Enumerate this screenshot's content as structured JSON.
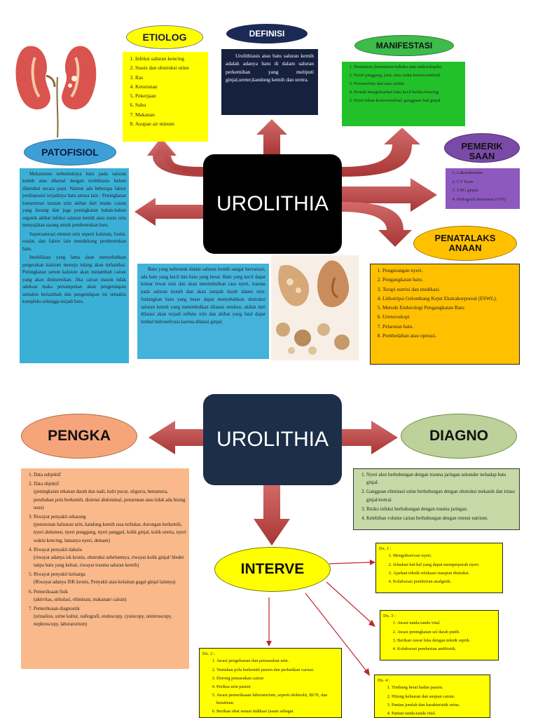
{
  "top": {
    "center_title": "UROLITHIA",
    "etiologi": {
      "label": "ETIOLOG",
      "items": [
        "Infeksi saluran kencing",
        "Stasis dan obstruksi urine",
        "Ras",
        "Keturunan",
        "Pekerjaan",
        "Suhu",
        "Makanan",
        "Asupan air minum"
      ]
    },
    "definisi": {
      "label": "DEFINISI",
      "text": "Urolithiasis atau batu saluran kemih adalah adanya batu di dalam saluran perkemihan yang meliputi ginjal,ureter,kandung kemih dan uretra."
    },
    "manifestasi": {
      "label": "MANIFESTASI",
      "items": [
        "Hematuria (hematuria terbuka atau mikroskopik)",
        "Nyeri pinggang, (sisi, atau sudut kostovertebral)",
        "Pielonefritis dan atau sistitis",
        "Pernah mengeluarkan batu kecil ketika kencing",
        "Nyeri tekan kostovertebral; gangguan faal ginjal"
      ]
    },
    "patofisiologi": {
      "label": "PATOFISIOL",
      "paragraphs": [
        "Mekanisme terbentuknya batu pada saluran kemih atau dikenal dengan urolithiasis belum diketahui secara pasti. Namun ada beberapa faktor predisposisi terjadinya batu antara lain : Peningkatan konsentrasi larutan urin akibat dari intake cairan yang kurang dan juga peningkatan bahan-bahan organik akibat infeksi saluran kemih atau stasis urin menyajikan sarang untuk pembentukan batu.",
        "Supersaturasi elemen urin seperti kalsium, fosfat, oxalat, dan faktor lain mendukung pembentukan batu.",
        "Imobilisasi yang lama akan menyebabkan pergerakan kalsium menuju tulang akan terhambat. Peningkatan serum kalsium akan menambah cairan yang akan dieksresikan. Jika cairan masuk tidak adekuat maka penumpukan akan pengendapan semakin bertambah dan pengendapan ini semakin kompleks sehingga terjadi batu."
      ]
    },
    "pemeriksaan": {
      "label": "PEMERIK SAAN",
      "items": [
        "Laboratorium",
        "CT Scan",
        "USG ginjal",
        "Pielografi intravena (IVP)"
      ]
    },
    "penatalaksanaan": {
      "label": "PENATALAKS ANAAN",
      "items": [
        "Pengurangan nyeri.",
        "Pengangkatan batu.",
        "Terapi nutrisi dan medikasi.",
        "Lithotripsi Gelombang Kejut Ekstrakorporeal (ESWL).",
        "Metode Endurologi Pengangkatan Batu",
        "Ureteroskopi",
        "Pelarutan batu.",
        "Pembedahan atau operasi."
      ]
    },
    "batu_text": "Batu yang terbentuk dalam saluran kemih sangat bervariasi, ada batu yang kecil dan batu yang besar. Batu yang kecil dapat keluar lewat urin dan akan menimbulkan rasa nyeri, trauma pada saluran kemih dan akan tampak darah dalam urin. Sedangkan batu yang besar dapat menyebabkan obstruksi saluran kemih yang menimbulkan dilatasi struktur, akibat dari dilatasi akan terjadi refluks urin dan akibat yang fatal dapat timbul hidronefrosis karena dilatasi ginjal."
  },
  "bottom": {
    "center_title": "UROLITHIA",
    "pengkajian": {
      "label": "PENGKA",
      "items": [
        {
          "t": "Data subjektif",
          "s": ""
        },
        {
          "t": "Data objektif",
          "s": "(peningkatan tekanan darah dan nadi, kulit pucat, oliguria, hematuria, perubahan pola berkemih, distensi abdominal, penurunan atau tidak ada bising usus)"
        },
        {
          "t": "Riwayat penyakit sekarang",
          "s": "(penurunan haluaran urin, kandung kemih rasa terbakar, dorongan berkemih, nyeri abdomen, nyeri punggung, nyeri panggul, kolik ginjal, kolik uretra, nyeri waktu kencing, lamanya nyeri, demam)"
        },
        {
          "t": "Riwayat penyakit dahulu",
          "s": "(riwayat adanya isk kronis, obstruksi sebelumnya, riwayat kolik ginjal/ bleder tanpa batu yang keluar, riwayat trauma saluran kemih)"
        },
        {
          "t": "Riwayat penyakit keluarga",
          "s": "(Riwayat adanya ISK kronis, Penyakit atau kelainan gagal ginjal lainnya)"
        },
        {
          "t": "Pemeriksaan fisik",
          "s": "(aktivitas, sirkulasi, eliminasi, makanan/ cairan)"
        },
        {
          "t": "Pemeriksaan diagnostik",
          "s": "(urinalisis, urine kultur, radiografi, endoscopy, cystocopy, ureteroscopy, nephroscopy, laboratorium)"
        }
      ]
    },
    "diagnosa": {
      "label": "DIAGNO",
      "items": [
        "Nyeri akut berhubungan dengan trauma jaringan sekunder terhadap batu ginjal.",
        "Gangguan eliminasi urine berhubungan dengan obstruksi mekanik dan iritasi ginjal/eretral.",
        "Risiko infeksi berhubungan dengan trauma jaringan.",
        "Kelebihan volume cairan berhubungan dengan retensi natrium."
      ]
    },
    "intervensi": {
      "label": "INTERVE",
      "dx1": {
        "title": "Dx. 1 :",
        "items": [
          "Mengobservasi nyeri.",
          "Jelaskan hal-hal yang dapat memperparah nyeri.",
          "Ajarkan teknik relaksasi maupun distraksi.",
          "Kolaborasi pemberian analgetik."
        ]
      },
      "dx2": {
        "title": "Dx. 2 :",
        "items": [
          "Awasi pengeluaran dan pemasukan urin.",
          "Tentukan pola berkemih pasien dan perhatikan variasi.",
          "Dorong pemasukan cairan",
          "Periksa urin pasien",
          "Awasi pemeriksaan laboratorium, seperti elektrolit, BUN, dan kreatinan.",
          "Berikan obat sesuai indikasi (asam sebagai"
        ]
      },
      "dx3": {
        "title": "Dx. 3 :",
        "items": [
          "Awasi tanda-tanda vital.",
          "Awasi peningkatan sel darah putih.",
          "Berikan rawat luka dengan teknik septik.",
          "Kolaborasi pemberian antibiotik."
        ]
      },
      "dx4": {
        "title": "Dx. 4 :",
        "items": [
          "Timbang berat badan pasien.",
          "Hitung keluaran dan asupan cairan.",
          "Pantau jumlah dan karakteristik urine.",
          "Pantau tanda-tanda vital."
        ]
      }
    }
  }
}
